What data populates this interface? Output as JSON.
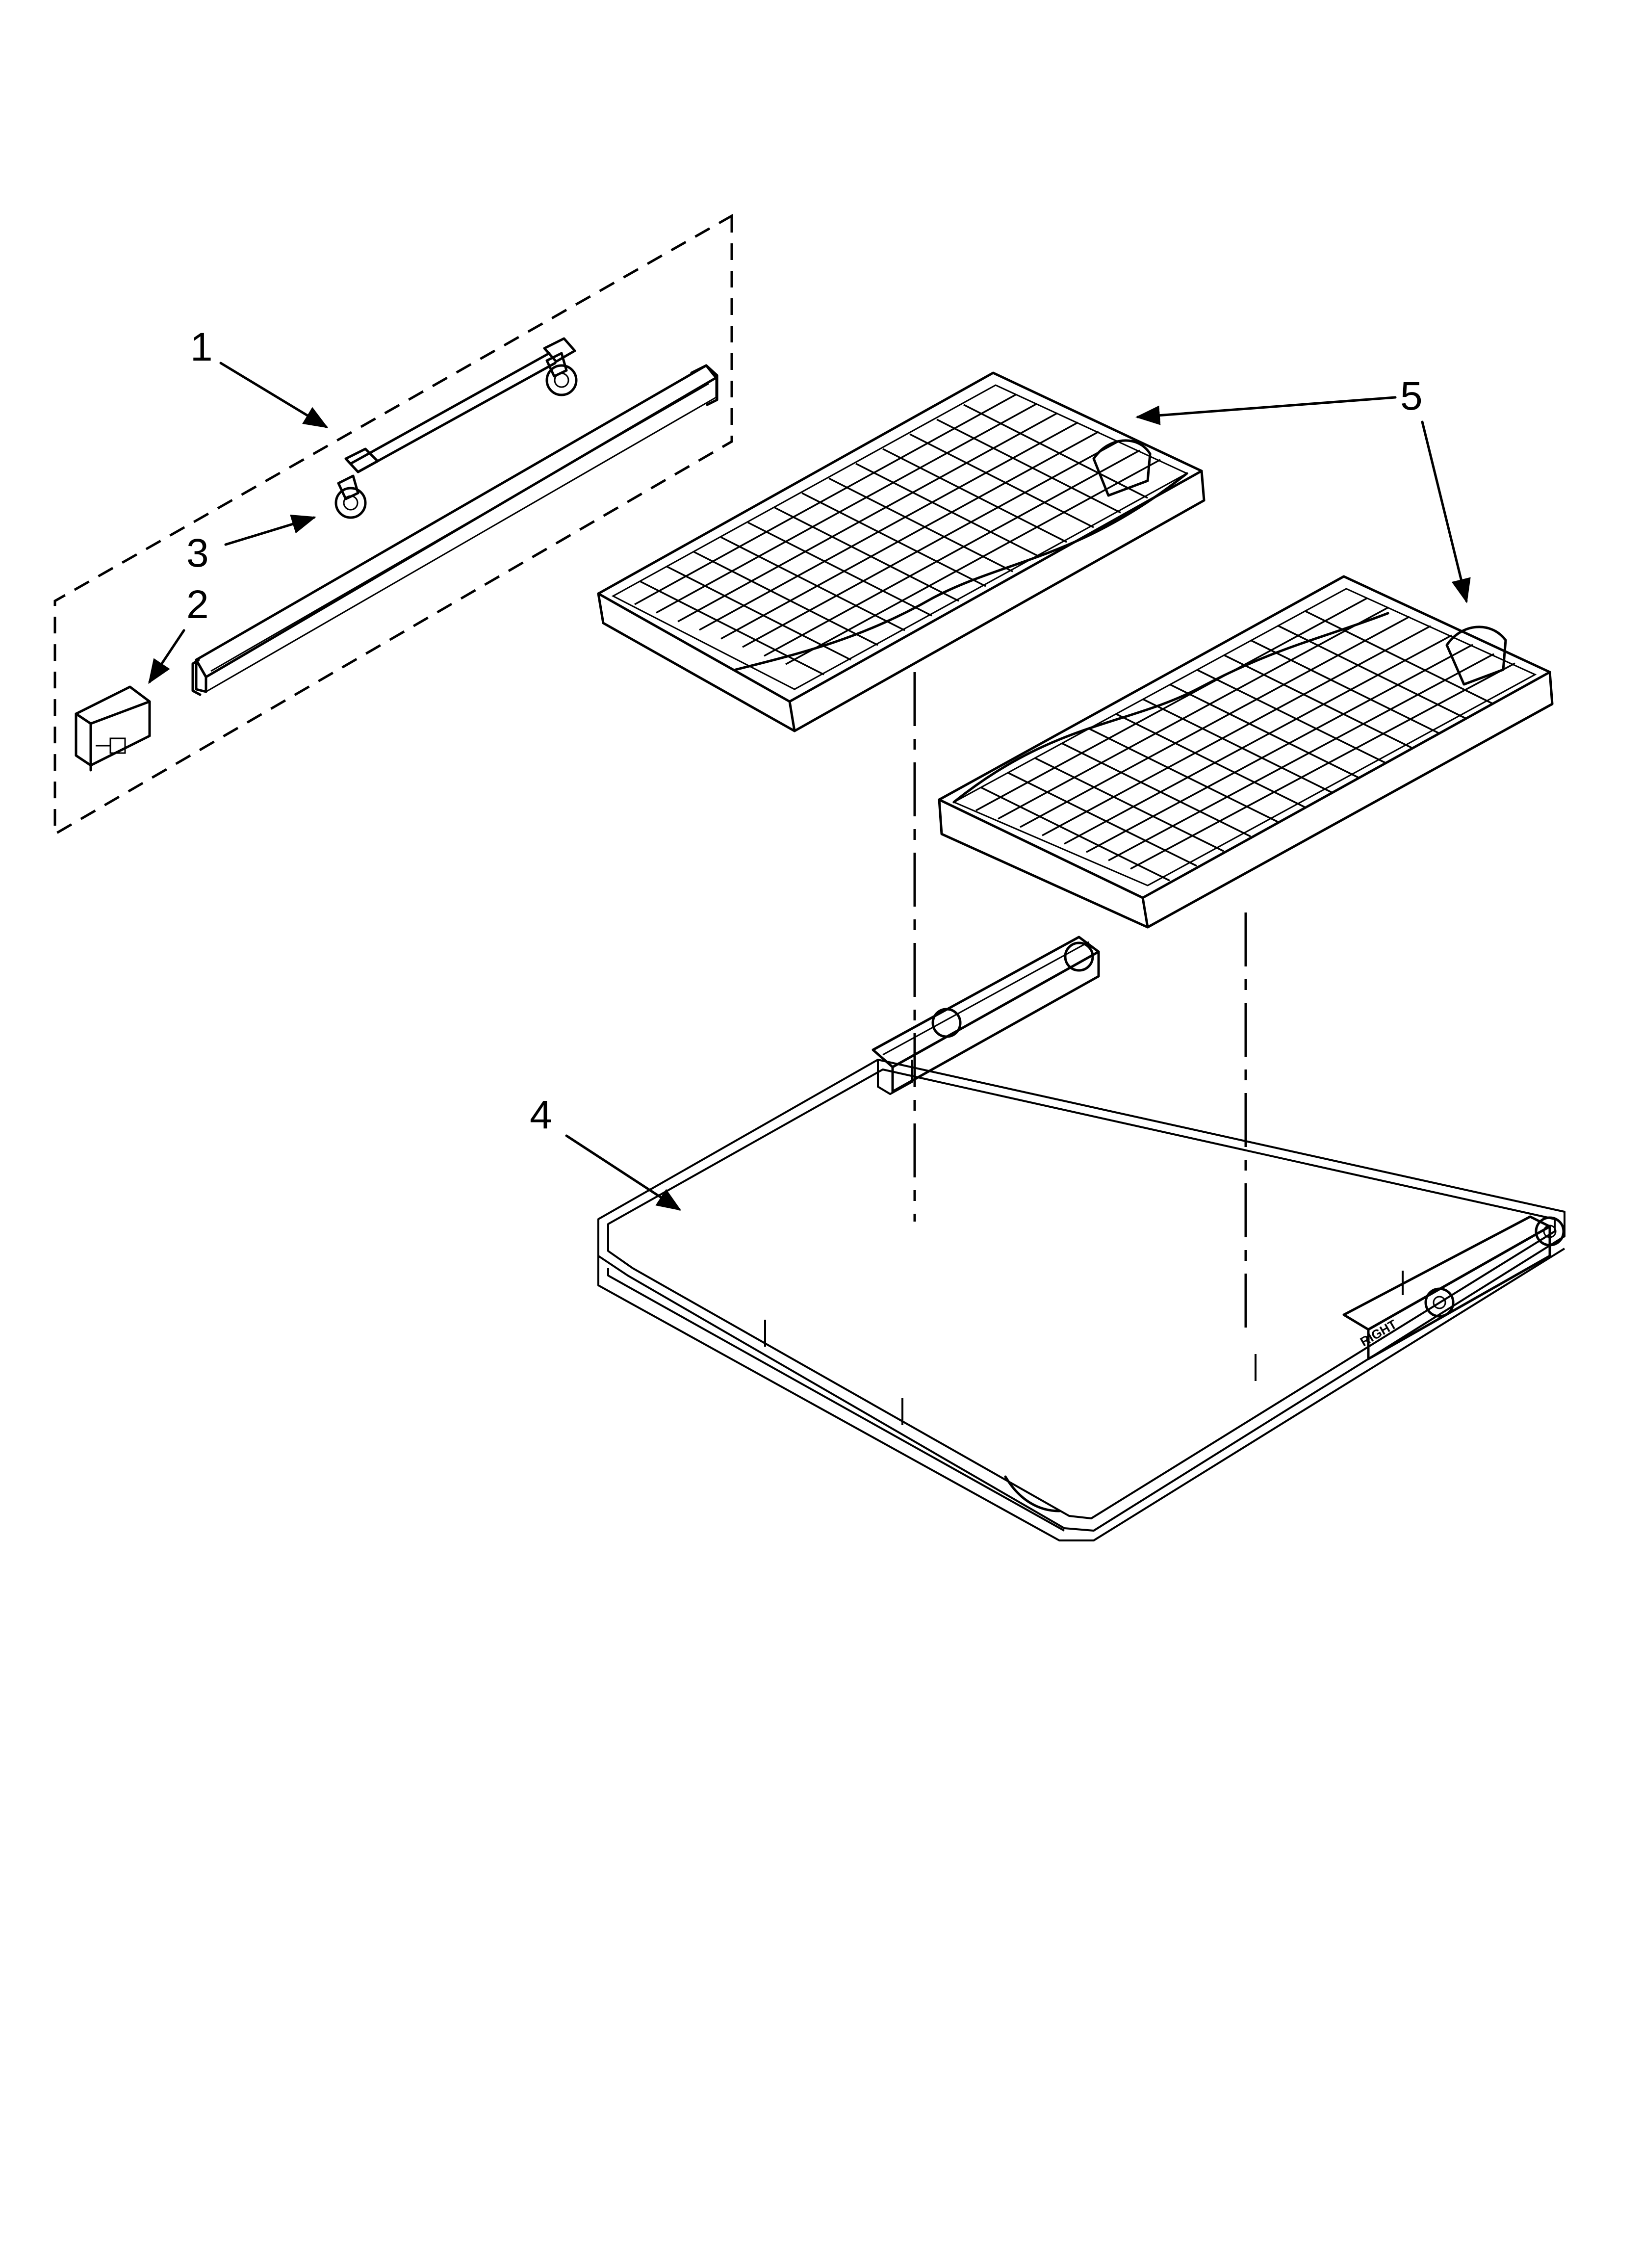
{
  "callouts": [
    {
      "id": "1",
      "label": "1"
    },
    {
      "id": "2",
      "label": "2"
    },
    {
      "id": "3",
      "label": "3"
    },
    {
      "id": "4",
      "label": "4"
    },
    {
      "id": "5",
      "label": "5"
    }
  ],
  "stamps": {
    "adjuster_text": "RIGHT"
  }
}
